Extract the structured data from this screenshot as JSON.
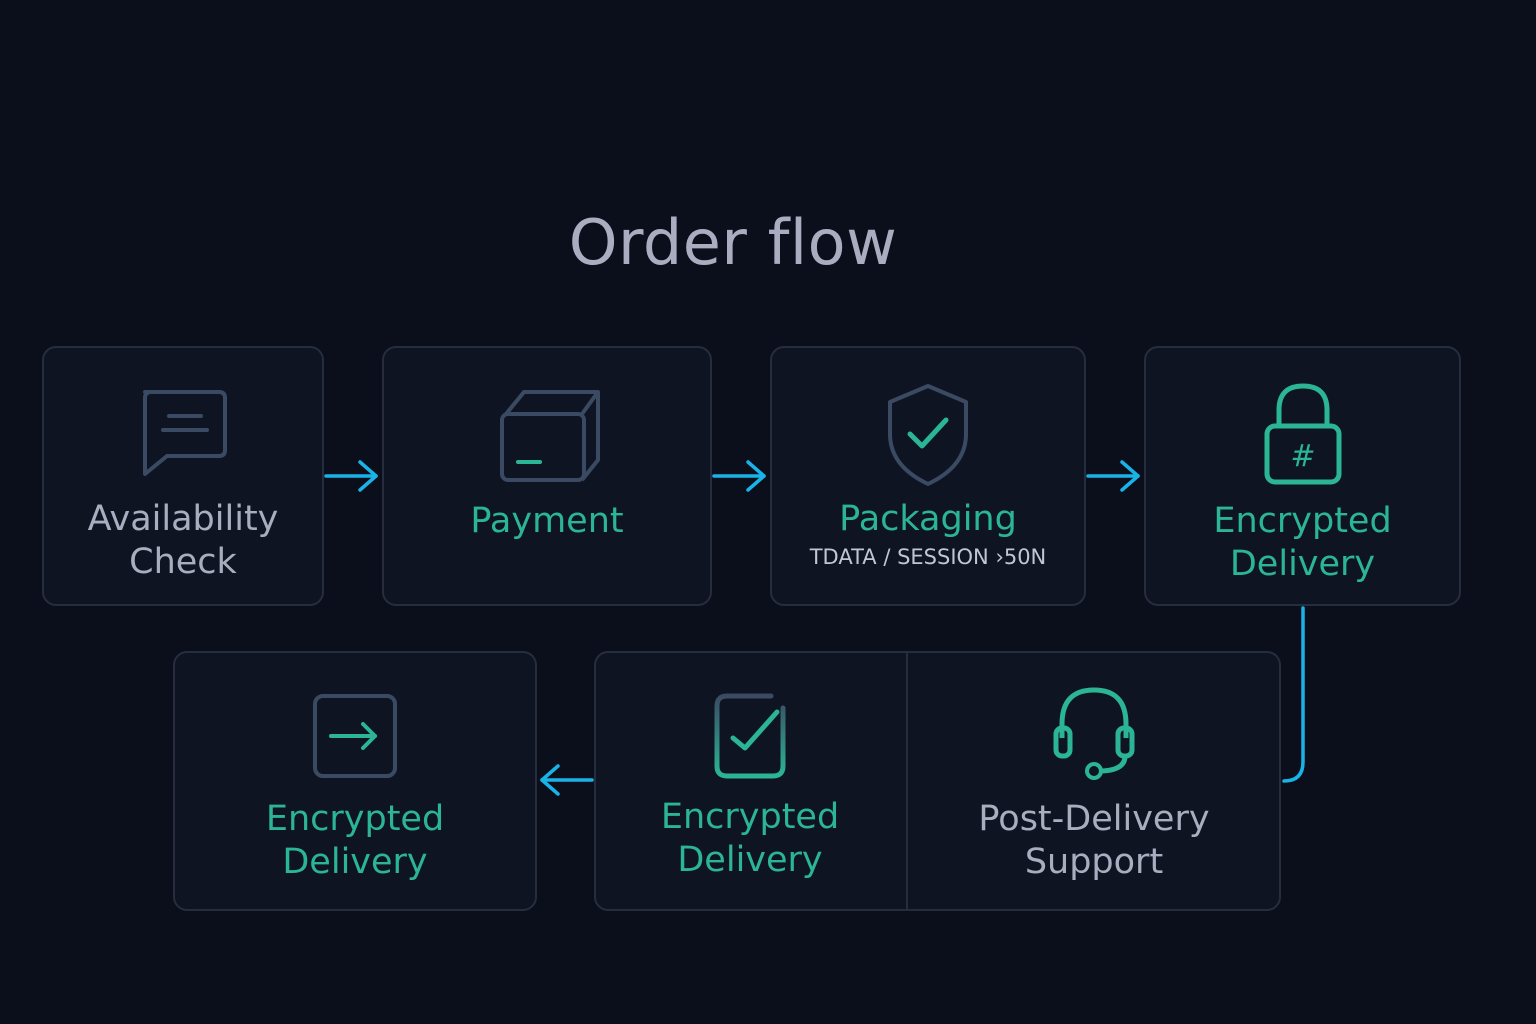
{
  "title": "Order flow",
  "colors": {
    "background": "#0b0f1c",
    "card_border": "#262d3d",
    "accent_green": "#2bb594",
    "accent_cyan": "#1ab3e8",
    "text_gray": "#a9adbf",
    "icon_slate": "#3b4a63"
  },
  "steps": [
    {
      "label": "Availability\nCheck",
      "icon": "chat-bubble-icon",
      "style": "gray"
    },
    {
      "label": "Payment",
      "icon": "card-box-icon",
      "style": "green"
    },
    {
      "label": "Packaging",
      "sublabel": "TDATA / SESSION ›50N",
      "icon": "shield-check-icon",
      "style": "green"
    },
    {
      "label": "Encrypted\nDelivery",
      "icon": "padlock-hash-icon",
      "style": "green"
    },
    {
      "label": "Encrypted\nDelivery",
      "icon": "arrow-square-icon",
      "style": "green"
    },
    {
      "label": "Encrypted\nDelivery",
      "icon": "checkbox-icon",
      "style": "green"
    },
    {
      "label": "Post-Delivery\nSupport",
      "icon": "headset-icon",
      "style": "gray"
    }
  ]
}
